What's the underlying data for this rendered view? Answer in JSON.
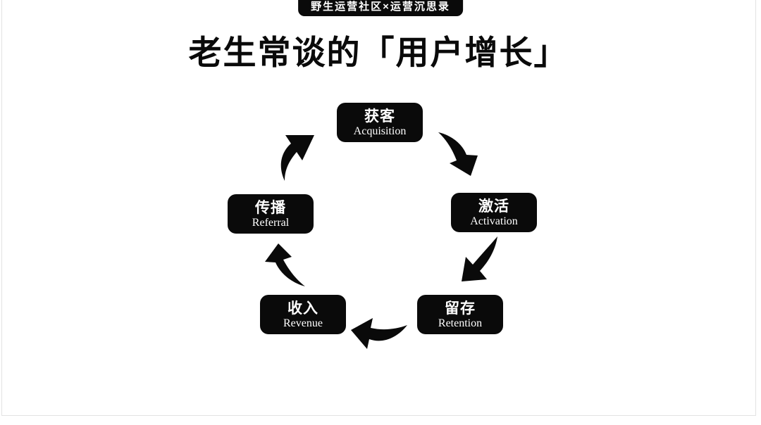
{
  "badge": {
    "label": "野生运营社区×运营沉思录"
  },
  "title": "老生常谈的「用户增长」",
  "diagram": {
    "type": "cycle",
    "direction": "clockwise",
    "nodes": [
      {
        "id": "acquisition",
        "zh": "获客",
        "en": "Acquisition",
        "position": "top"
      },
      {
        "id": "activation",
        "zh": "激活",
        "en": "Activation",
        "position": "right"
      },
      {
        "id": "retention",
        "zh": "留存",
        "en": "Retention",
        "position": "bottom-right"
      },
      {
        "id": "revenue",
        "zh": "收入",
        "en": "Revenue",
        "position": "bottom-left"
      },
      {
        "id": "referral",
        "zh": "传播",
        "en": "Referral",
        "position": "left"
      }
    ],
    "arrows": [
      {
        "from": "acquisition",
        "to": "activation"
      },
      {
        "from": "activation",
        "to": "retention"
      },
      {
        "from": "retention",
        "to": "revenue"
      },
      {
        "from": "revenue",
        "to": "referral"
      },
      {
        "from": "referral",
        "to": "acquisition"
      }
    ],
    "colors": {
      "node_background": "#0a0a0a",
      "node_text": "#ffffff",
      "arrow": "#0a0a0a",
      "background": "#ffffff",
      "page_border": "#e3e3e3"
    }
  }
}
